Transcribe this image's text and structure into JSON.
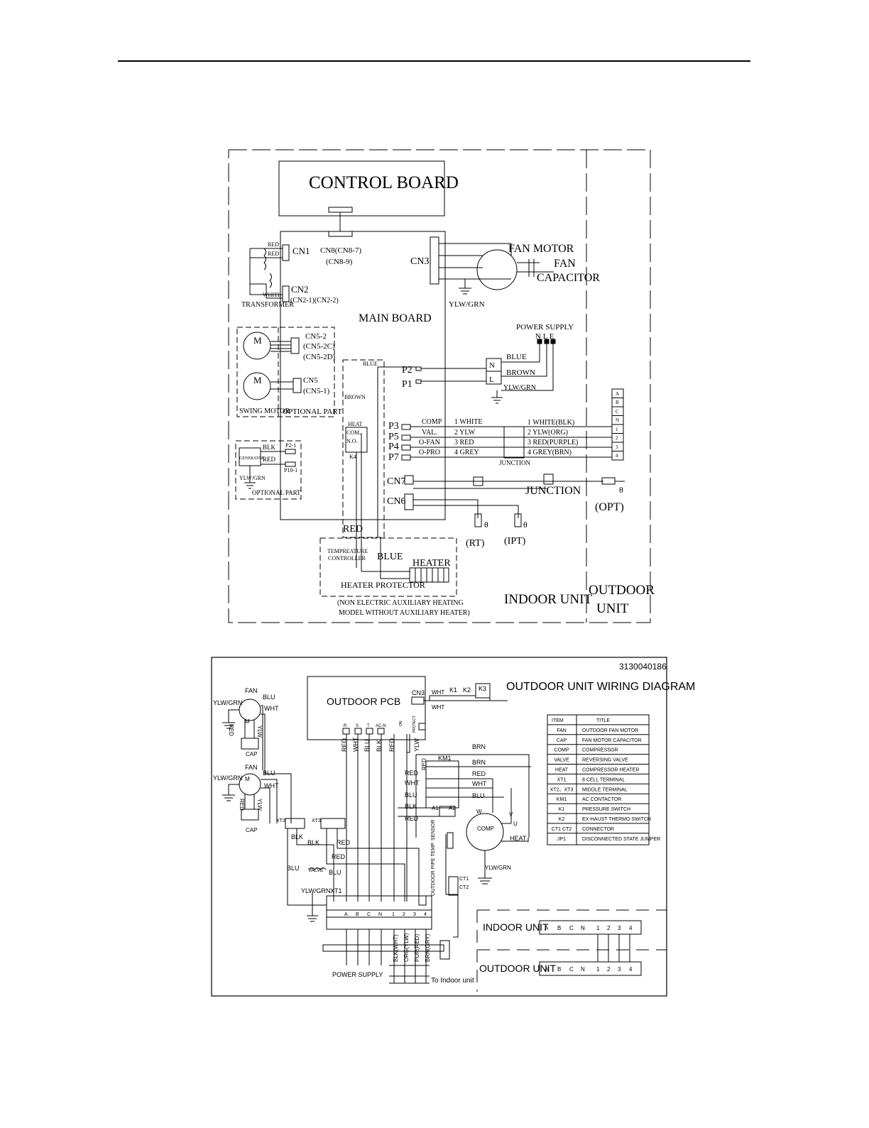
{
  "indoor": {
    "control_board": "CONTROL BOARD",
    "main_board": "MAIN BOARD",
    "cn8": "CN8(CN8-7)",
    "cn8_sub": "(CN8-9)",
    "cn1": "CN1",
    "cn2": "CN2",
    "cn2_sub": "(CN2-1)(CN2-2)",
    "cn3": "CN3",
    "red1": "RED",
    "red2": "RED",
    "white": "WHITE",
    "transformer": "TRANSFORMER",
    "fan_motor": "FAN MOTOR",
    "fan_cap_1": "FAN",
    "fan_cap_2": "CAPACITOR",
    "ylw_grn_fan": "YLW/GRN",
    "cn5_2": "CN5-2",
    "cn5_2c": "(CN5-2C)",
    "cn5_2d": "(CN5-2D)",
    "cn5": "CN5",
    "cn5_1": "(CN5-1)",
    "motor_m1": "M",
    "motor_m2": "M",
    "swing_motor": "SWING MOTOR",
    "optional_part_1": "OPTIONAL PART",
    "generator": "GENERATOR",
    "blk": "BLK",
    "red_gen": "RED",
    "ylw_grn_gen": "YLW/GRN",
    "p2_1": "P2-1",
    "p10_1": "P10-1",
    "optional_part_2": "OPTIONAL PART",
    "power_supply": "POWER SUPPLY",
    "nle": "N L E",
    "blue_ps": "BLUE",
    "brown_ps": "BROWN",
    "ylw_grn_ps": "YLW/GRN",
    "n_term": "N",
    "l_term": "L",
    "p2": "P2",
    "p1": "P1",
    "blue_top": "BLUE",
    "brown_side": "BROWN",
    "heat": "HEAT",
    "com": "COM.",
    "no": "N.O.",
    "k4": "K4",
    "ports": [
      {
        "p": "P3",
        "fn": "COMP",
        "wire": "1 WHITE",
        "out": "1 WHITE(BLK)"
      },
      {
        "p": "P5",
        "fn": "VAL.",
        "wire": "2 YLW",
        "out": "2 YLW(ORG)"
      },
      {
        "p": "P4",
        "fn": "O-FAN",
        "wire": "3 RED",
        "out": "3 RED(PURPLE)"
      },
      {
        "p": "P7",
        "fn": "O-PRO",
        "wire": "4 GREY",
        "out": "4 GREY(BRN)"
      }
    ],
    "junction_small": "JUNCTION",
    "terminal_letters": [
      "A",
      "B",
      "C",
      "N",
      "1",
      "2",
      "3",
      "4"
    ],
    "cn7": "CN7",
    "cn6": "CN6",
    "junction": "JUNCTION",
    "opt": "(OPT)",
    "rt": "(RT)",
    "ipt": "(IPT)",
    "theta1": "θ",
    "theta2": "θ",
    "theta3": "θ",
    "red_bottom": "RED",
    "blue_bottom": "BLUE",
    "temp_ctrl_1": "TEMPREATURE",
    "temp_ctrl_2": "CONTROLLER",
    "heater": "HEATER",
    "heater_protector": "HEATER PROTECTOR",
    "non_electric_1": "(NON ELECTRIC AUXILIARY HEATING",
    "non_electric_2": "MODEL WITHOUT AUXILIARY HEATER)",
    "indoor_unit": "INDOOR UNIT",
    "outdoor_unit_1": "OUTDOOR",
    "outdoor_unit_2": "UNIT"
  },
  "outdoor": {
    "code": "3130040186",
    "title": "OUTDOOR UNIT WIRING DIAGRAM",
    "pcb": "OUTDOOR PCB",
    "cn3": "CN3",
    "wht_a": "WHT",
    "wht_b": "WHT",
    "k1": "K1",
    "k2": "K2",
    "k3": "K3",
    "pcb_terms": [
      "R",
      "S",
      "T",
      "AC-N"
    ],
    "pcb_side": [
      "ON",
      "PROTECT"
    ],
    "vert_wires": [
      "RED",
      "WHT",
      "BLU",
      "BLK",
      "RED",
      "YLW"
    ],
    "fan1": {
      "fan": "FAN",
      "blu": "BLU",
      "wht": "WHT",
      "ylwgrn": "YLW/GRN",
      "red": "RED",
      "ylw": "YLW",
      "cap": "CAP",
      "m": "M"
    },
    "fan2": {
      "fan": "FAN",
      "blu": "BLU",
      "wht": "WHT",
      "ylwgrn": "YLW/GRN",
      "red": "RED",
      "ylw": "YLW",
      "cap": "CAP",
      "m": "M"
    },
    "brn1": "BRN",
    "brn2": "BRN",
    "km1": "KM1",
    "red_km": "RED",
    "km_wires": [
      "RED",
      "WHT",
      "BLU",
      "BLK",
      "RED"
    ],
    "km_right": [
      "RED",
      "WHT",
      "BLU"
    ],
    "a1": "A1",
    "a2": "A2",
    "comp": "COMP",
    "w": "W",
    "v": "V",
    "u": "U",
    "heat": "HEAT",
    "ylw_grn_comp": "YLW/GRN",
    "xt2": "XT2",
    "xt3": "XT3",
    "blk1": "BLK",
    "blk2": "BLK",
    "red_a": "RED",
    "red_b": "RED",
    "blu_a": "BLU",
    "blu_b": "BLU",
    "valve": "VALVE",
    "sensor": "OUTDOOR PIPE TEMP. SENSOR",
    "ct1": "CT1",
    "ct2": "CT2",
    "ylw_grn_xt1": "YLW/GRN",
    "xt1": "XT1",
    "xt1_terms": [
      "A",
      "B",
      "C",
      "N",
      "1",
      "2",
      "3",
      "4"
    ],
    "to_indoor_wires": [
      "BLK(WHT)",
      "ORG(YLW)",
      "PUR(RED)",
      "BRN(GRY)"
    ],
    "power_supply": "POWER SUPPLY",
    "to_indoor": "To Indoor unit",
    "legend_header": [
      "ITEM",
      "TITLE"
    ],
    "legend": [
      [
        "FAN",
        "OUTDOOR FAN MOTOR"
      ],
      [
        "CAP",
        "FAN MOTOR CAPACITOR"
      ],
      [
        "COMP",
        "COMPRESSOR"
      ],
      [
        "VALVE",
        "REVERSING VALVE"
      ],
      [
        "HEAT",
        "COMPRESSOR HEATER"
      ],
      [
        "XT1",
        "8 CELL TERMINAL"
      ],
      [
        "XT2、XT3",
        "MIDDLE TERMINAL"
      ],
      [
        "KM1",
        "AC CONTACTOR"
      ],
      [
        "K1",
        "PRESSURE SWITCH"
      ],
      [
        "K2",
        "EX-HAUST THERMO SWITCH"
      ],
      [
        "CT1 CT2",
        "CONNECTOR"
      ],
      [
        "JP1",
        "DISCONNECTED STATE JUMPER"
      ]
    ],
    "indoor_unit": "INDOOR UNIT",
    "outdoor_unit": "OUTDOOR UNIT",
    "term_letters": [
      "A",
      "B",
      "C",
      "N",
      "1",
      "2",
      "3",
      "4"
    ]
  }
}
